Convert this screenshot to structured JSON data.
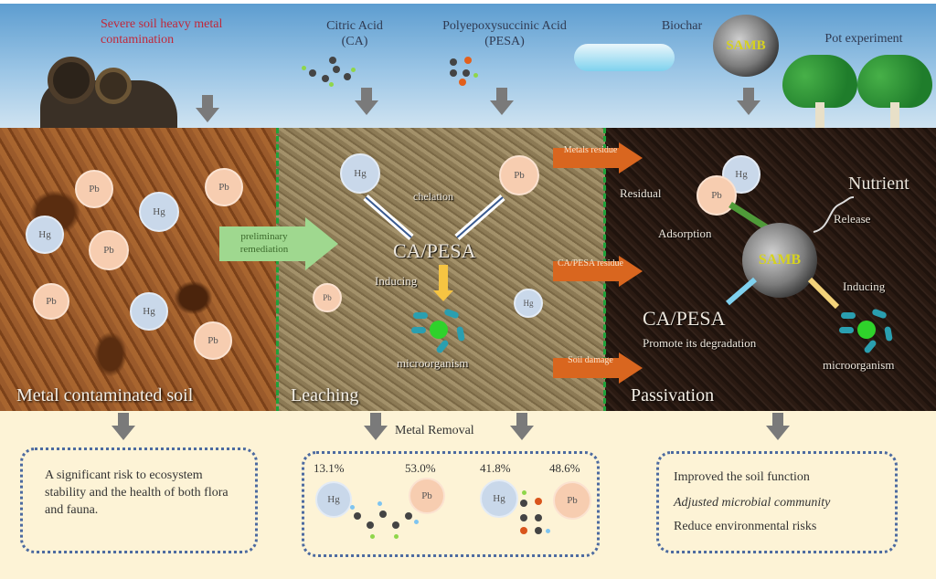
{
  "colors": {
    "sky": "#7fb4de",
    "pb_ion": "#f7cdb0",
    "hg_ion": "#c9d8ea",
    "orange_arrow": "#d9661f",
    "green_arrow": "#9fd88f",
    "divider": "#1fa23a",
    "box_border": "#4c6aa0",
    "highlight_red": "#c0283a",
    "samb_text": "#d6d21f"
  },
  "sky": {
    "contamination_label": "Severe soil heavy metal contamination",
    "ca_label": "Citric Acid (CA)",
    "pesa_label": "Polyepoxysuccinic Acid (PESA)",
    "biochar_label": "Biochar",
    "biochar_badge": "SAMB",
    "pot_label": "Pot experiment"
  },
  "panels": {
    "contaminated": {
      "title": "Metal contaminated soil",
      "ions": [
        "Pb",
        "Pb",
        "Hg",
        "Hg",
        "Pb",
        "Pb",
        "Hg",
        "Pb"
      ]
    },
    "leaching": {
      "title": "Leaching",
      "transition_label": "preliminary remediation",
      "chelation_label": "chelation",
      "agent_label": "CA/PESA",
      "inducing_label": "Inducing",
      "microbe_label": "microorganism",
      "ions": [
        "Hg",
        "Pb",
        "Pb",
        "Hg"
      ]
    },
    "transitions": [
      "Metals residue",
      "CA/PESA residue",
      "Soil damage"
    ],
    "passivation": {
      "title": "Passivation",
      "residual_label": "Residual",
      "adsorption_label": "Adsorption",
      "samb_label": "SAMB",
      "nutrient_label": "Nutrient",
      "release_label": "Release",
      "agent_label": "CA/PESA",
      "degradation_label": "Promote its degradation",
      "inducing_label": "Inducing",
      "microbe_label": "microorganism",
      "ions": [
        "Hg",
        "Pb"
      ]
    }
  },
  "outcomes": {
    "risk_text": "A significant risk to ecosystem stability and the health of both flora and fauna.",
    "metal_removal_title": "Metal Removal",
    "ca_removal": {
      "hg": "13.1%",
      "pb": "53.0%"
    },
    "pesa_removal": {
      "hg": "41.8%",
      "pb": "48.6%"
    },
    "ion_hg": "Hg",
    "ion_pb": "Pb",
    "benefits": [
      "Improved the soil function",
      "Adjusted microbial community",
      "Reduce environmental risks"
    ]
  }
}
